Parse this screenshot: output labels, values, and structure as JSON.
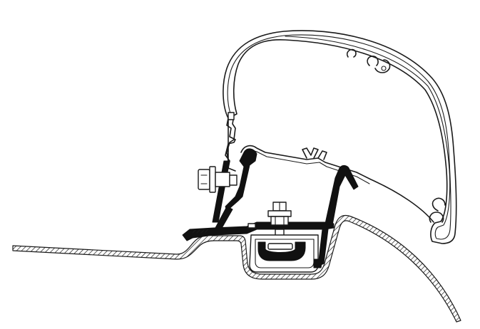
{
  "figure": {
    "parts": [
      "vehicle-roof-panel",
      "awning-cassette-profile",
      "mounting-adapter-bracket",
      "bolt-and-nut",
      "roof-rail-channel",
      "clamp-slider"
    ]
  },
  "colors": {
    "line": "#1a1a1a",
    "solid": "#111111",
    "background": "#ffffff"
  }
}
